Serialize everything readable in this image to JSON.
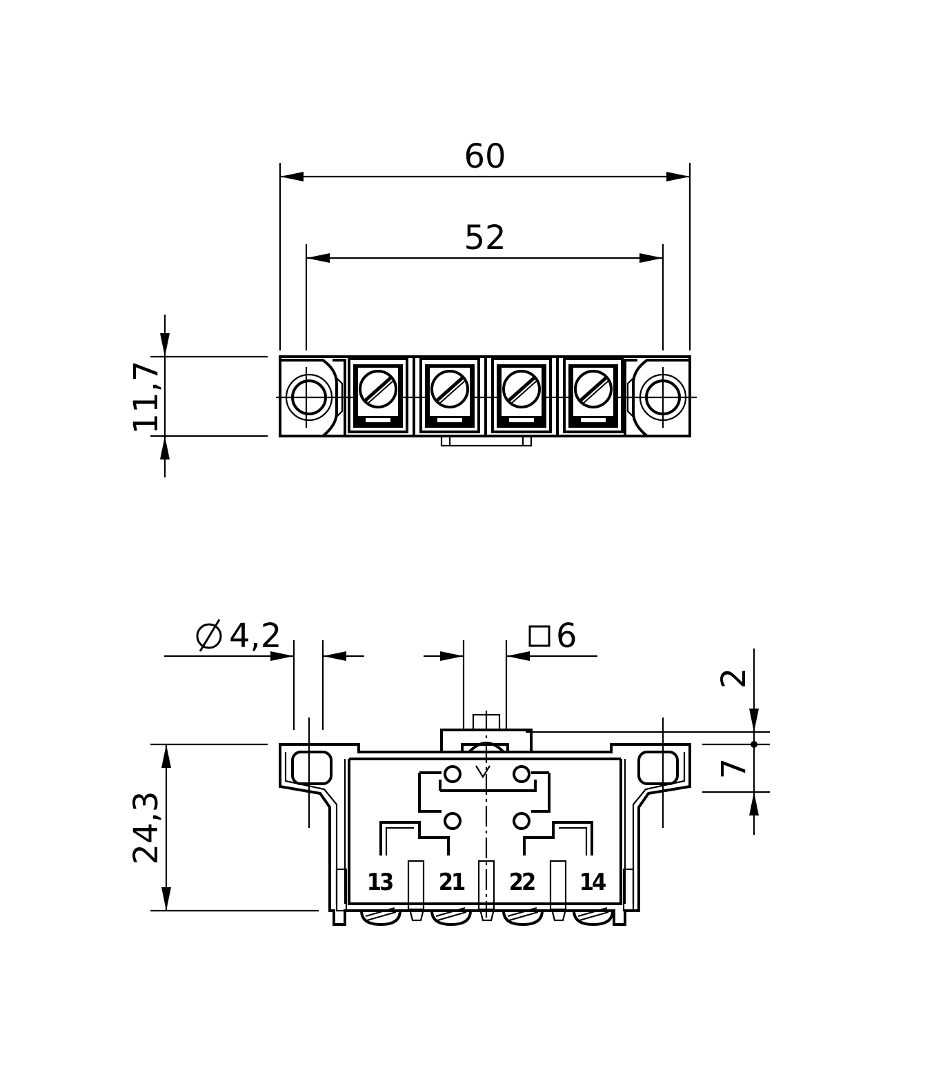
{
  "dimensions": {
    "width_overall": "60",
    "mounting_hole_spacing": "52",
    "top_view_height": "11,7",
    "hole_diameter": "4,2",
    "actuator_square": "6",
    "actuator_stroke": "2",
    "actuator_height": "7",
    "front_view_height": "24,3"
  },
  "terminals": [
    "13",
    "21",
    "22",
    "14"
  ]
}
